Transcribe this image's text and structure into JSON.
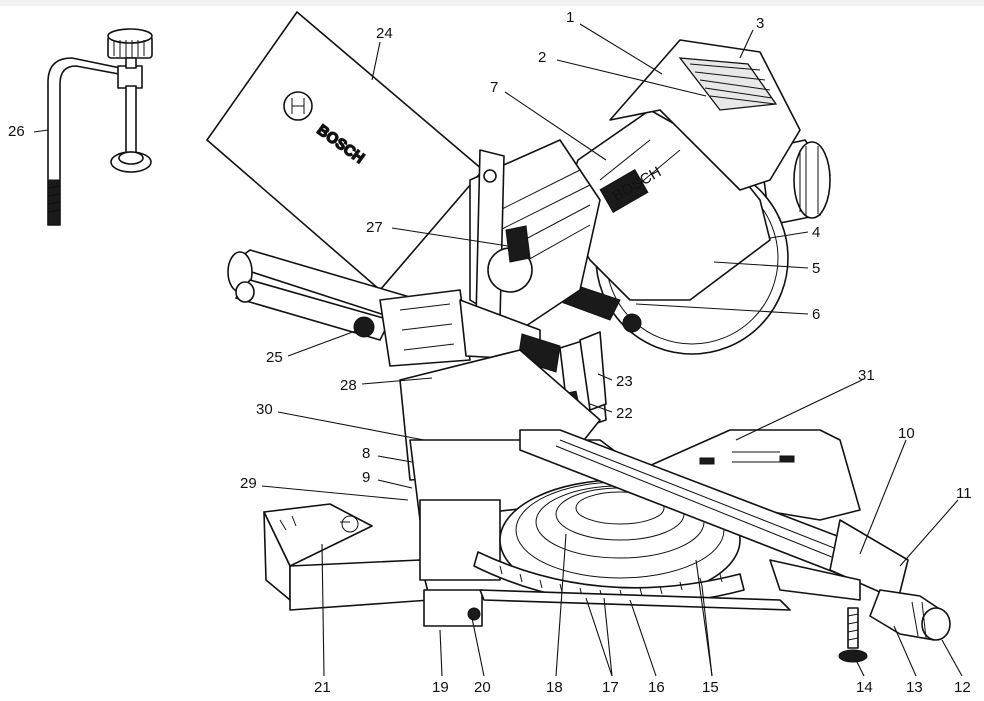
{
  "brand": {
    "logo_text": "BOSCH",
    "badge_text": "BOSCH"
  },
  "callouts": [
    "1",
    "2",
    "3",
    "4",
    "5",
    "6",
    "7",
    "8",
    "9",
    "10",
    "11",
    "12",
    "13",
    "14",
    "15",
    "16",
    "17",
    "18",
    "19",
    "20",
    "21",
    "22",
    "23",
    "24",
    "25",
    "26",
    "27",
    "28",
    "29",
    "30",
    "31"
  ]
}
